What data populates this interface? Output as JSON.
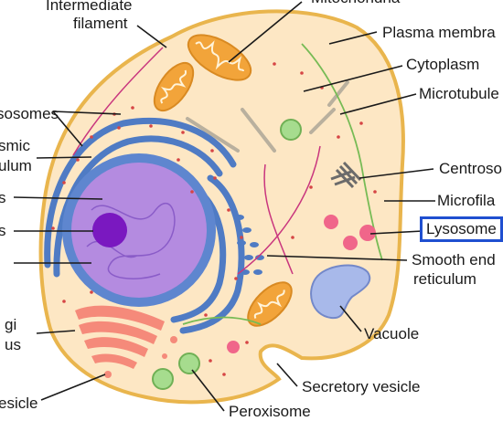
{
  "diagram": {
    "labels": {
      "intermediate_filament_line1": "Intermediate",
      "intermediate_filament_line2": "filament",
      "mitochondria": "Mitochondria",
      "plasma_membrane": "Plasma membra",
      "cytoplasm": "Cytoplasm",
      "microtubules": "Microtubule",
      "lysosomes_left": "sosomes",
      "rough_er_line1": "smic",
      "rough_er_line2": "ulum",
      "nucleus_left": "s",
      "nucleolus_left": "s",
      "centrosome": "Centroso",
      "microfilament": "Microfila",
      "lysosome": "Lysosome",
      "smooth_er_line1": "Smooth end",
      "smooth_er_line2": "reticulum",
      "golgi_line1": "gi",
      "golgi_line2": "us",
      "vacuole": "Vacuole",
      "secretory_vesicle": "Secretory vesicle",
      "vesicle_left": "esicle",
      "peroxisome": "Peroxisome"
    },
    "highlighted_label": "Lysosome",
    "highlight_color": "#1f4fd0"
  }
}
